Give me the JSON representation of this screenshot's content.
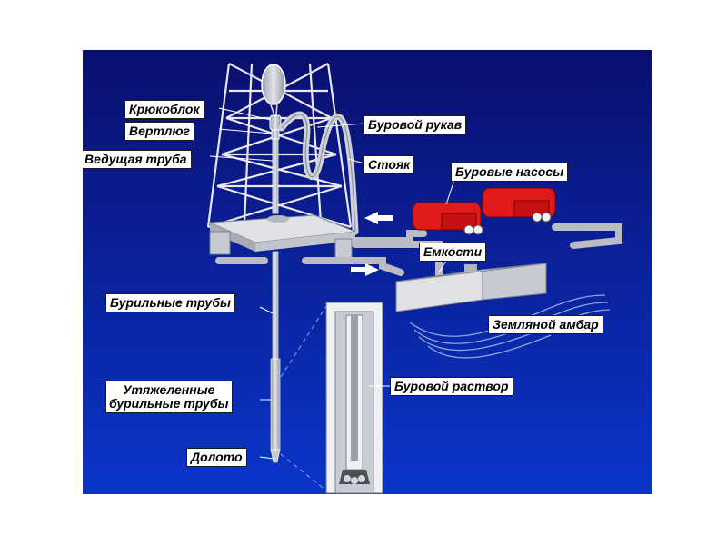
{
  "labels": {
    "hook_block": "Крюкоблок",
    "swivel": "Вертлюг",
    "kelly": "Ведущая труба",
    "rotary_hose": "Буровой рукав",
    "standpipe": "Стояк",
    "mud_pumps": "Буровые насосы",
    "mud_tanks": "Емкости",
    "earthen_pit": "Земляной амбар",
    "drill_pipe": "Бурильные трубы",
    "drill_collars_line1": "Утяжеленные",
    "drill_collars_line2": "бурильные трубы",
    "drilling_mud": "Буровой раствор",
    "drill_bit": "Долото"
  },
  "colors": {
    "background_top": "#0a0f6e",
    "background_bottom": "#0a35c9",
    "equipment": "#d8dadf",
    "equipment_shadow": "#8f939c",
    "pumps": "#e01a1a",
    "leader_lines": "#ffffff"
  }
}
